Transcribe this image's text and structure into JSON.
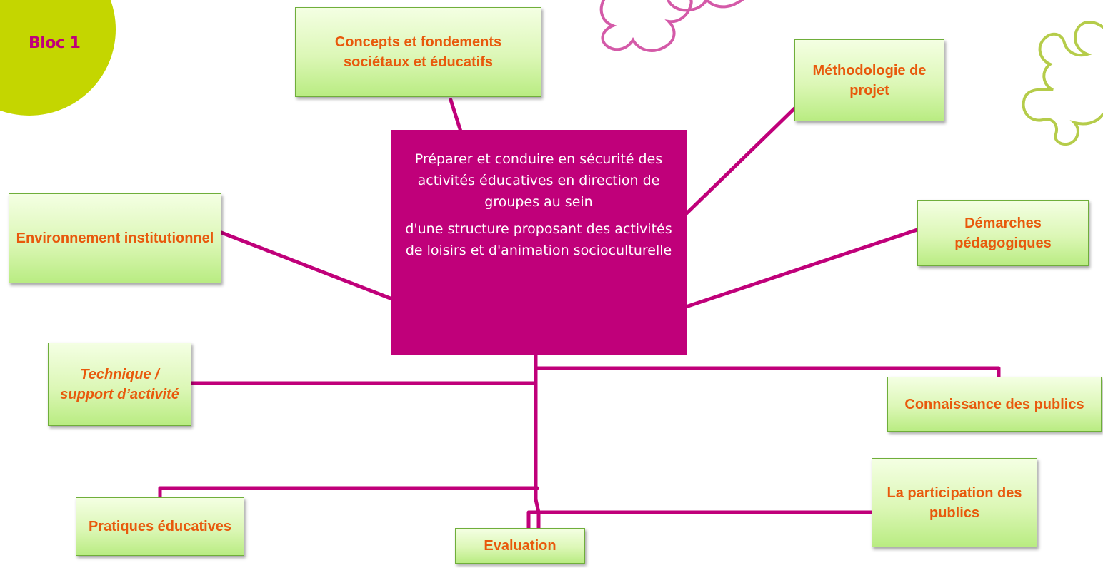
{
  "badge": {
    "label": "Bloc 1"
  },
  "center": {
    "line1": "Préparer et conduire en sécurité des activités éducatives en direction de groupes au sein",
    "line2": "d'une structure proposant des activités de loisirs et d'animation socioculturelle"
  },
  "nodes": {
    "concepts": "Concepts et fondements sociétaux et éducatifs",
    "methodologie": "Méthodologie de projet",
    "environnement": "Environnement institutionnel",
    "demarches": "Démarches pédagogiques",
    "technique": "Technique / support d’activité",
    "connaissance": "Connaissance des publics",
    "pratiques": "Pratiques éducatives",
    "evaluation": "Evaluation",
    "participation": "La participation des publics"
  },
  "colors": {
    "connector": "#c0007a",
    "center_fill": "#c0007a",
    "badge_fill": "#c4d600",
    "node_text": "#e8590c",
    "puzzle_pink": "#d45aa8",
    "puzzle_green": "#b5cc4a"
  }
}
